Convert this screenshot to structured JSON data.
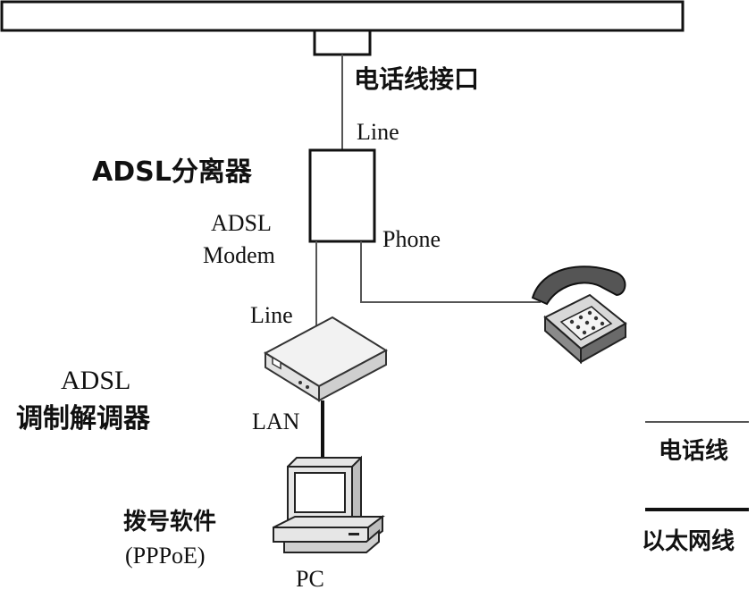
{
  "labels": {
    "phone_jack": "电话线接口",
    "line_top": "Line",
    "splitter_title": "ADSL分离器",
    "adsl_port_line1": "ADSL",
    "adsl_port_line2": "Modem",
    "phone_port": "Phone",
    "line_modem": "Line",
    "modem_title_line1": "ADSL",
    "modem_title_line2": "调制解调器",
    "lan": "LAN",
    "software_line1": "拨号软件",
    "software_line2": "(PPPoE)",
    "pc": "PC"
  },
  "legend": {
    "phone_line": "电话线",
    "ethernet": "以太网线"
  },
  "colors": {
    "line": "#111111",
    "thin_wire": "#555555",
    "device_fill": "#ffffff"
  }
}
